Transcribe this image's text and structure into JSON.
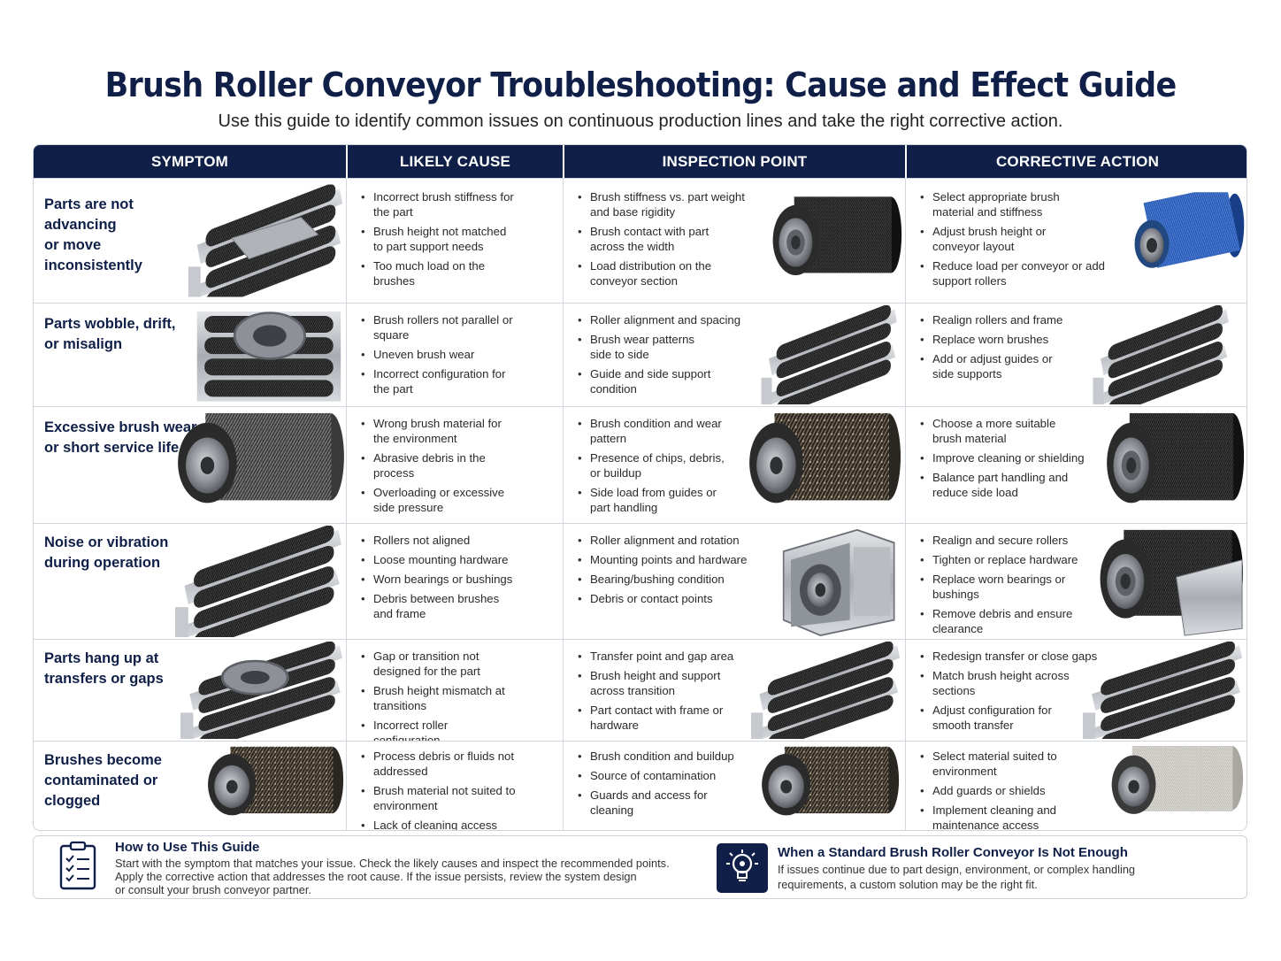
{
  "title": "Brush Roller Conveyor Troubleshooting: Cause and Effect Guide",
  "subtitle": "Use this guide to identify common issues on continuous production lines and take the right corrective action.",
  "headers": [
    "SYMPTOM",
    "LIKELY CAUSE",
    "INSPECTION POINT",
    "CORRECTIVE ACTION"
  ],
  "rows": [
    {
      "symptom_lines": [
        "Parts are not advancing",
        "or move inconsistently"
      ],
      "causes": [
        "Incorrect brush stiffness for the part",
        "Brush height not matched to part support needs",
        "Too much load on the brushes"
      ],
      "inspections": [
        "Brush stiffness vs. part weight and base rigidity",
        "Brush contact with part across the width",
        "Load distribution on the conveyor section"
      ],
      "actions": [
        "Select appropriate brush material and stiffness",
        "Adjust brush height or conveyor layout",
        "Reduce load per conveyor or add support rollers"
      ]
    },
    {
      "symptom_lines": [
        "Parts wobble, drift,",
        "or misalign"
      ],
      "causes": [
        "Brush rollers not parallel or square",
        "Uneven brush wear",
        "Incorrect configuration for the part"
      ],
      "inspections": [
        "Roller alignment and spacing",
        "Brush wear patterns side to side",
        "Guide and side support condition"
      ],
      "actions": [
        "Realign rollers and frame",
        "Replace worn brushes",
        "Add or adjust guides or side supports"
      ]
    },
    {
      "symptom_lines": [
        "Excessive brush wear",
        "or short service life"
      ],
      "causes": [
        "Wrong brush material for the environment",
        "Abrasive debris in the process",
        "Overloading or excessive side pressure"
      ],
      "inspections": [
        "Brush condition and wear pattern",
        "Presence of chips, debris, or buildup",
        "Side load from guides or part handling"
      ],
      "actions": [
        "Choose a more suitable brush material",
        "Improve cleaning or shielding",
        "Balance part handling and reduce side load"
      ]
    },
    {
      "symptom_lines": [
        "Noise or vibration",
        "during operation"
      ],
      "causes": [
        "Rollers not aligned",
        "Loose mounting hardware",
        "Worn bearings or bushings",
        "Debris between brushes and frame"
      ],
      "inspections": [
        "Roller alignment and rotation",
        "Mounting points and hardware",
        "Bearing/bushing condition",
        "Debris or contact points"
      ],
      "actions": [
        "Realign and secure rollers",
        "Tighten or replace hardware",
        "Replace worn bearings or bushings",
        "Remove debris and ensure clearance"
      ]
    },
    {
      "symptom_lines": [
        "Parts hang up at",
        "transfers or gaps"
      ],
      "causes": [
        "Gap or transition not designed for the part",
        "Brush height mismatch at transitions",
        "Incorrect roller configuration"
      ],
      "inspections": [
        "Transfer point and gap area",
        "Brush height and support across transition",
        "Part contact with frame or hardware"
      ],
      "actions": [
        "Redesign transfer or close gaps",
        "Match brush height across sections",
        "Adjust configuration for smooth transfer"
      ]
    },
    {
      "symptom_lines": [
        "Brushes become",
        "contaminated or clogged"
      ],
      "causes": [
        "Process debris or fluids not addressed",
        "Brush material not suited to environment",
        "Lack of cleaning access"
      ],
      "inspections": [
        "Brush condition and buildup",
        "Source of contamination",
        "Guards and access for cleaning"
      ],
      "actions": [
        "Select material suited to environment",
        "Add guards or shields",
        "Implement cleaning and maintenance access"
      ]
    }
  ],
  "footer_left": {
    "title": "How to Use This Guide",
    "lines": [
      "Start with the symptom that matches your issue. Check the likely causes and inspect the recommended points.",
      "Apply the corrective action that addresses the root cause. If the issue persists, review the system design",
      "or consult your brush conveyor partner."
    ],
    "icon": "clipboard-checklist-icon"
  },
  "footer_right": {
    "title": "When a Standard Brush Roller Conveyor Is Not Enough",
    "lines": [
      "If issues continue due to part design, environment, or complex handling",
      "requirements, a custom solution may be the right fit."
    ],
    "icon": "lightbulb-gear-icon"
  },
  "colors": {
    "navy": "#0f1f47",
    "grid": "#d3d6dc",
    "blue_brush": "#2a64c9"
  }
}
